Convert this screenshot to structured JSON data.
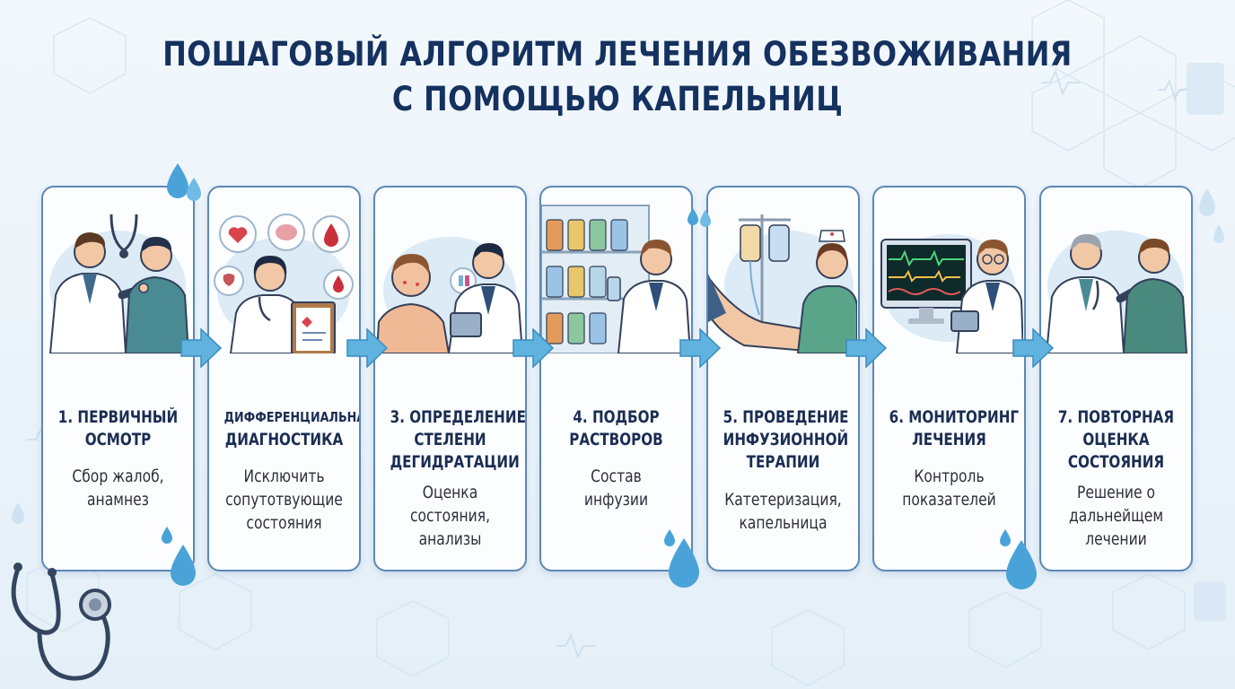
{
  "title": {
    "line1": "ПОШАГОВЫЙ АЛГОРИТМ ЛЕЧЕНИЯ ОБЕЗВОЖИВАНИЯ",
    "line2": "С ПОМОЩЬЮ КАПЕЛЬНИЦ"
  },
  "steps": [
    {
      "title": [
        "1. ПЕРВИЧНЫЙ",
        "ОСМОТР"
      ],
      "desc": [
        "Сбор жалоб,",
        "анамнез"
      ],
      "illustration": "doctor-examining-patient"
    },
    {
      "title": [
        "ДИФФЕРЕНЦИАЛЬНАЯ",
        "ДИАГНОСТИКА"
      ],
      "desc": [
        "Исключить",
        "сопутотвующие",
        "состояния"
      ],
      "illustration": "doctor-with-clipboard-organs"
    },
    {
      "title": [
        "3. ОПРЕДЕЛЕНИЕ",
        "СТЕЛЕНИ",
        "ДЕГИДРАТАЦИИ"
      ],
      "desc": [
        "Оценка",
        "состояния,",
        "анализы"
      ],
      "illustration": "doctor-assessing-patient"
    },
    {
      "title": [
        "4. ПОДБОР",
        "РАСТВОРОВ"
      ],
      "desc": [
        "Состав",
        "инфузии"
      ],
      "illustration": "doctor-at-medicine-shelf"
    },
    {
      "title": [
        "5. ПРОВЕДЕНИЕ",
        "ИНФУЗИОННОЙ",
        "ТЕРАПИИ"
      ],
      "desc": [
        "Катетеризация,",
        "капельница"
      ],
      "illustration": "nurse-with-iv-drip"
    },
    {
      "title": [
        "6. МОНИТОРИНГ",
        "ЛЕЧЕНИЯ"
      ],
      "desc": [
        "Контроль",
        "показателей"
      ],
      "illustration": "doctor-with-heart-monitor"
    },
    {
      "title": [
        "7. ПОВТОРНАЯ",
        "ОЦЕНКА",
        "СОСТОЯНИЯ"
      ],
      "desc": [
        "Решение о",
        "дальнейщем",
        "лечении"
      ],
      "illustration": "doctor-with-patient"
    }
  ],
  "colors": {
    "title": "#15315f",
    "card_border": "#5d88b6",
    "arrow": "#5fb3de",
    "drop": "#4aa3d8"
  },
  "icons": [
    "arrow-right-icon",
    "water-drop-icon",
    "stethoscope-icon"
  ]
}
